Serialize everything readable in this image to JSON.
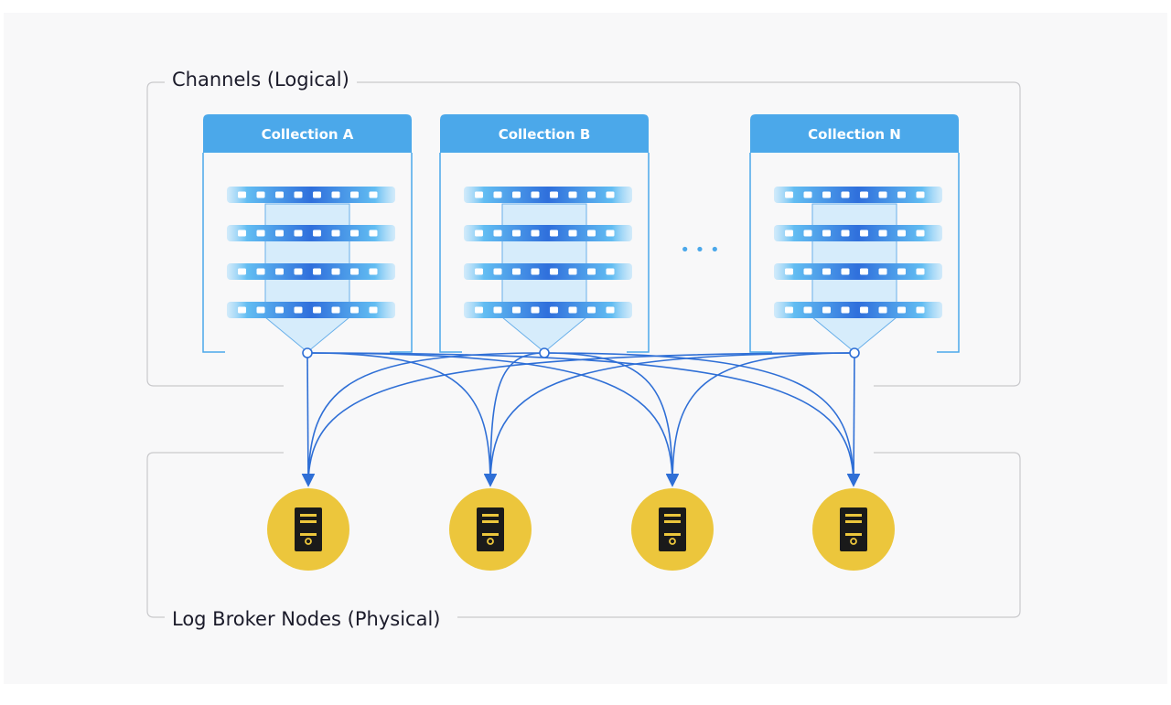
{
  "groups": {
    "channels_label": "Channels (Logical)",
    "brokers_label": "Log Broker Nodes (Physical)"
  },
  "collections": [
    {
      "title": "Collection A"
    },
    {
      "title": "Collection B"
    },
    {
      "title": "Collection N"
    }
  ],
  "ellipsis": "• • •",
  "broker_node_count": 4,
  "connections": "each collection connects to every log broker node",
  "colors": {
    "page_bg": "#f8f8f9",
    "frame_border": "#c9c9cc",
    "collection_header": "#4ba8ea",
    "collection_header_text": "#ffffff",
    "stream_dark": "#2f6fdc",
    "stream_light": "#6ec4f2",
    "funnel_fill": "#d6ecfb",
    "funnel_stroke": "#6ab0ea",
    "edge": "#2f6fd6",
    "node_fill": "#ecc63c",
    "server_icon": "#1a1a1a",
    "label_text": "#1b1b2a"
  }
}
